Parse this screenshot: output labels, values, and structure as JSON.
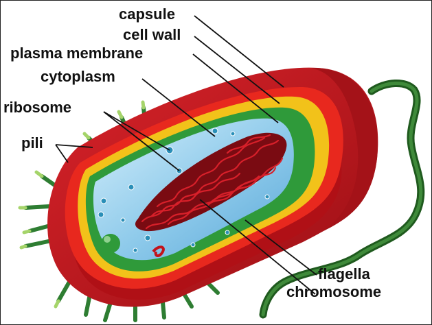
{
  "labels": {
    "capsule": "capsule",
    "cell_wall": "cell wall",
    "plasma_membrane": "plasma membrane",
    "cytoplasm": "cytoplasm",
    "ribosome": "ribosome",
    "pili": "pili",
    "flagella": "flagella",
    "chromosome": "chromosome"
  },
  "colors": {
    "capsule": "#c8141c",
    "capsule_dark": "#8c0e12",
    "cell_wall": "#e8281e",
    "plasma_membrane": "#f2c21a",
    "inner_green": "#2f9a3a",
    "cytoplasm": "#7fc2e6",
    "cytoplasm_light": "#c3e6f7",
    "chromosome": "#9a1018",
    "pili": "#2e7d32",
    "pili_tip": "#9ccc65",
    "flagella": "#2e6b2a"
  }
}
